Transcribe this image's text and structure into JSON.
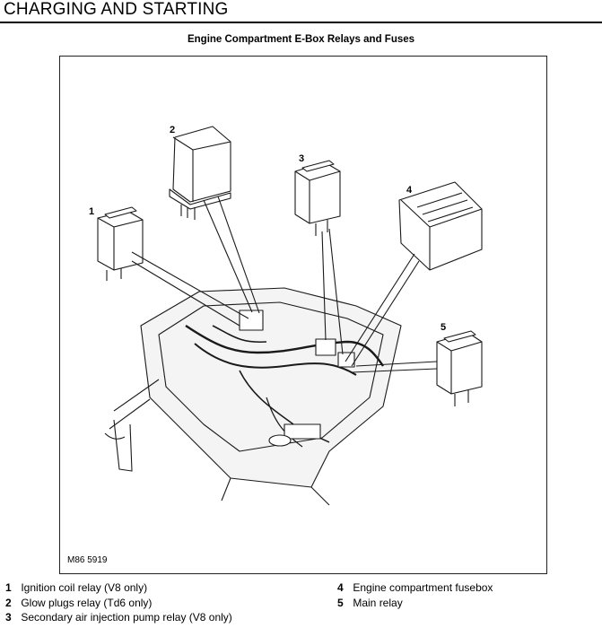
{
  "header": {
    "title": "CHARGING AND STARTING"
  },
  "subtitle": "Engine Compartment E-Box Relays and Fuses",
  "figure": {
    "code": "M86 5919",
    "callouts": [
      "1",
      "2",
      "3",
      "4",
      "5"
    ]
  },
  "legend": [
    {
      "num": "1",
      "text": "Ignition coil relay (V8 only)"
    },
    {
      "num": "2",
      "text": "Glow plugs relay (Td6 only)"
    },
    {
      "num": "3",
      "text": "Secondary air injection pump relay (V8 only)"
    },
    {
      "num": "4",
      "text": "Engine compartment fusebox"
    },
    {
      "num": "5",
      "text": "Main relay"
    }
  ]
}
